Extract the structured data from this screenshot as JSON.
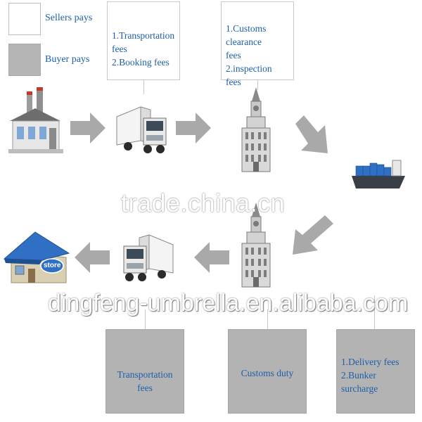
{
  "legend": {
    "seller_label": "Sellers pays",
    "buyer_label": "Buyer pays"
  },
  "top_callouts": {
    "origin_fees": [
      "1.Transportation fees",
      "2.Booking fees"
    ],
    "export_fees": [
      "1.Customs clearance",
      "fees",
      "2.inspection fees"
    ]
  },
  "bottom_callouts": {
    "destination_transport": "Transportation fees",
    "customs_duty": "Customs duty",
    "shipping_fees": [
      "1.Delivery fees",
      "2.Bunker surcharge"
    ]
  },
  "store_sign": "store",
  "watermarks": {
    "site": "trade.china.cn",
    "store_url": "dingfeng-umbrella.en.alibaba.com"
  },
  "colors": {
    "text_blue": "#1f5fa8",
    "buyer_gray": "#b3b3b3",
    "arrow_gray": "#a9a9a9",
    "roof_blue": "#2f6fc4"
  }
}
